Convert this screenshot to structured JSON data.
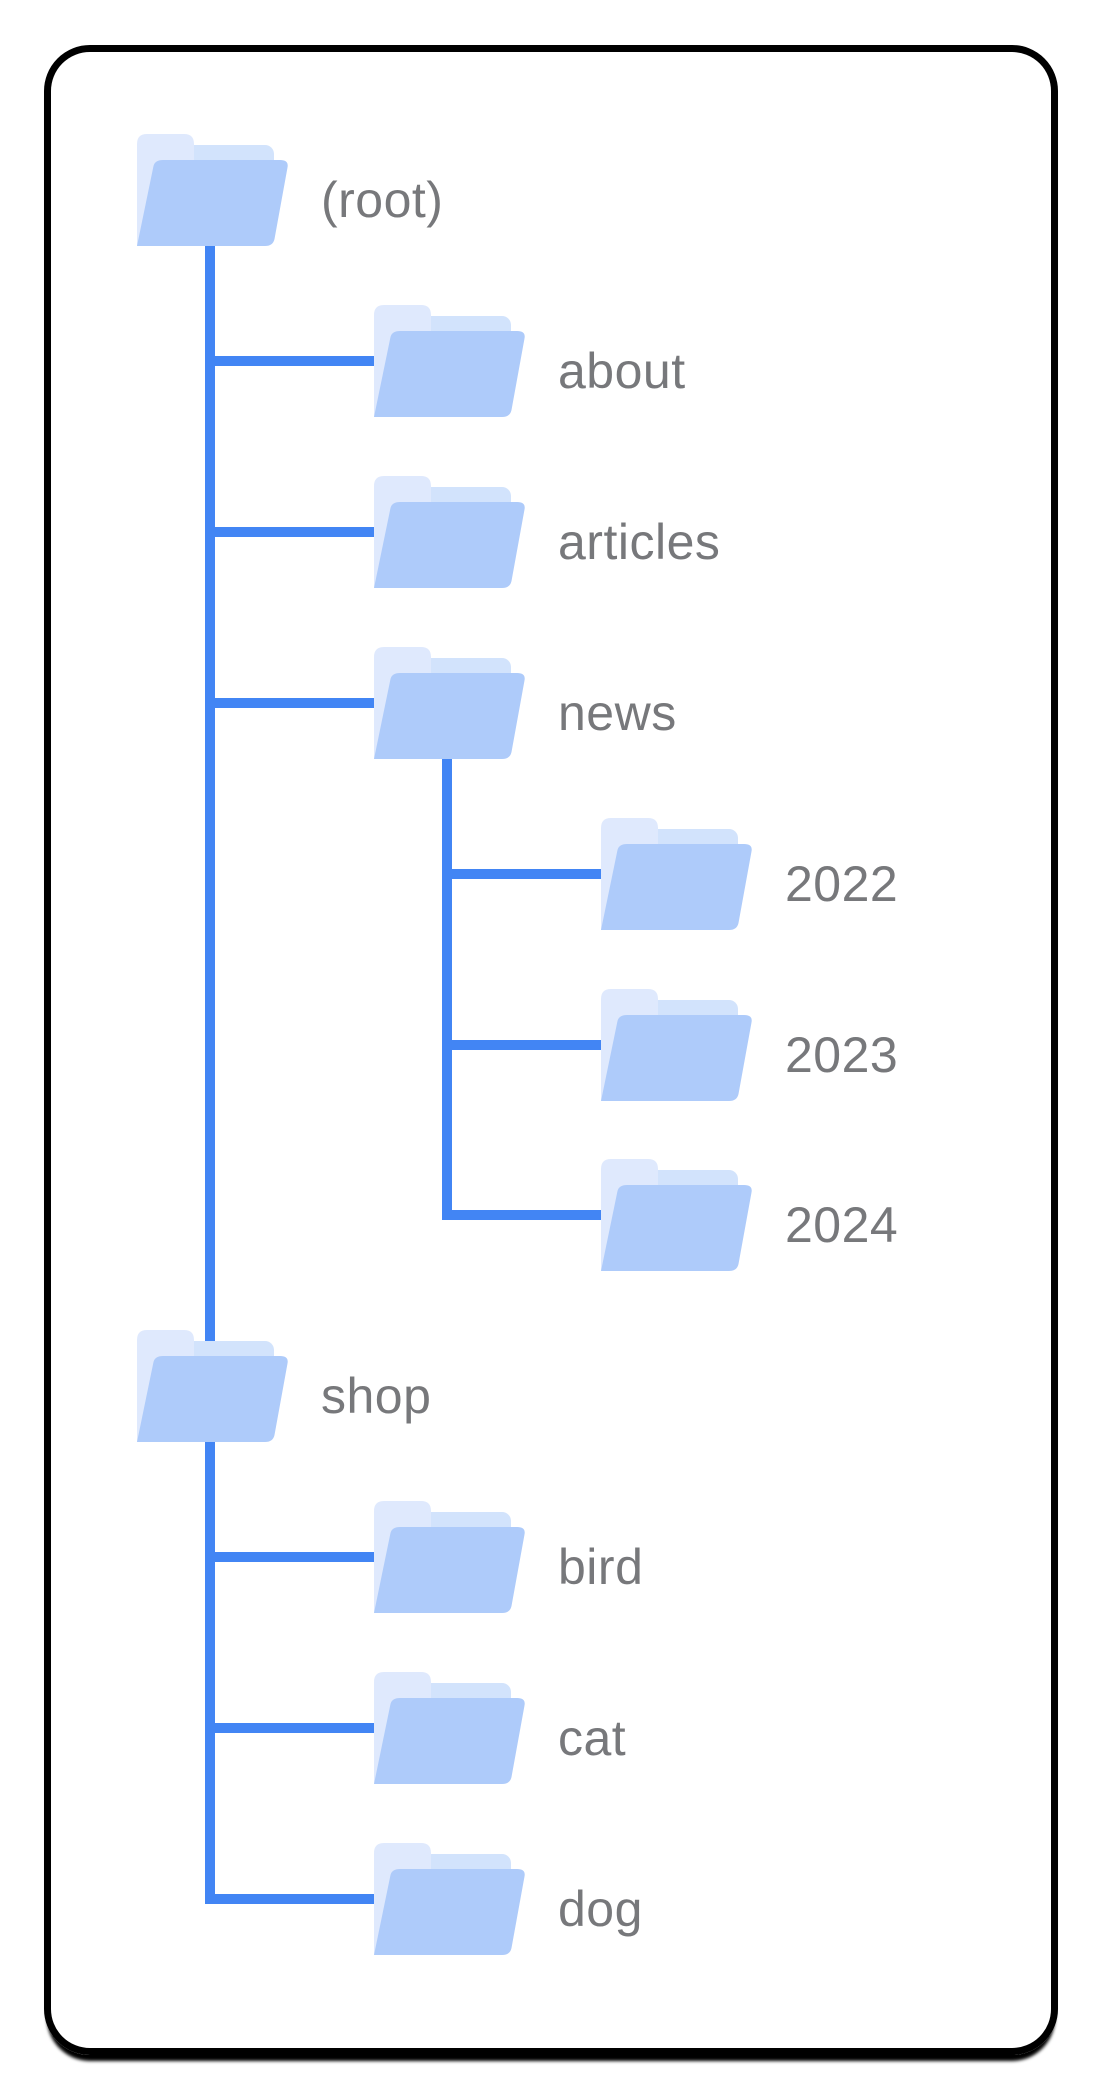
{
  "diagram": {
    "description": "Website folder hierarchy tree inside a rounded black frame",
    "colors": {
      "background": "#ffffff",
      "frame_border": "#000000",
      "line": "#4285f4",
      "folder_front": "#aecbfa",
      "folder_sheet": "#d2e3fc",
      "folder_tab": "#dfe9fd",
      "label": "#77787b"
    },
    "tree": {
      "id": "root",
      "label": "(root)",
      "col": 0,
      "row": 0,
      "children": [
        {
          "id": "about",
          "label": "about",
          "col": 1,
          "row": 1
        },
        {
          "id": "articles",
          "label": "articles",
          "col": 1,
          "row": 2
        },
        {
          "id": "news",
          "label": "news",
          "col": 1,
          "row": 3,
          "children": [
            {
              "id": "y2022",
              "label": "2022",
              "col": 2,
              "row": 4
            },
            {
              "id": "y2023",
              "label": "2023",
              "col": 2,
              "row": 5
            },
            {
              "id": "y2024",
              "label": "2024",
              "col": 2,
              "row": 6
            }
          ]
        },
        {
          "id": "shop",
          "label": "shop",
          "col": 0,
          "row": 7,
          "children": [
            {
              "id": "bird",
              "label": "bird",
              "col": 1,
              "row": 8
            },
            {
              "id": "cat",
              "label": "cat",
              "col": 1,
              "row": 9
            },
            {
              "id": "dog",
              "label": "dog",
              "col": 1,
              "row": 10
            }
          ]
        }
      ]
    }
  }
}
